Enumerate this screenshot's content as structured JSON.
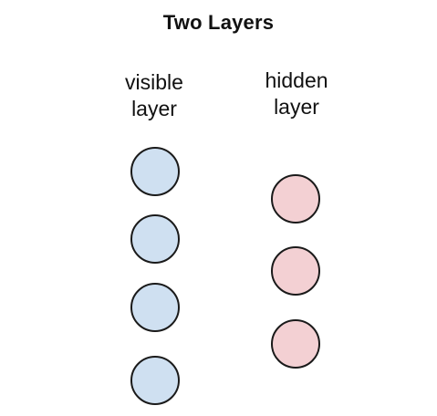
{
  "title": "Two Layers",
  "visible_layer": {
    "label_line1": "visible",
    "label_line2": "layer",
    "node_count": 4,
    "fill_color": "#cfe0f1"
  },
  "hidden_layer": {
    "label_line1": "hidden",
    "label_line2": "layer",
    "node_count": 3,
    "fill_color": "#f3d0d3"
  },
  "outline_color": "#1a1a1a"
}
